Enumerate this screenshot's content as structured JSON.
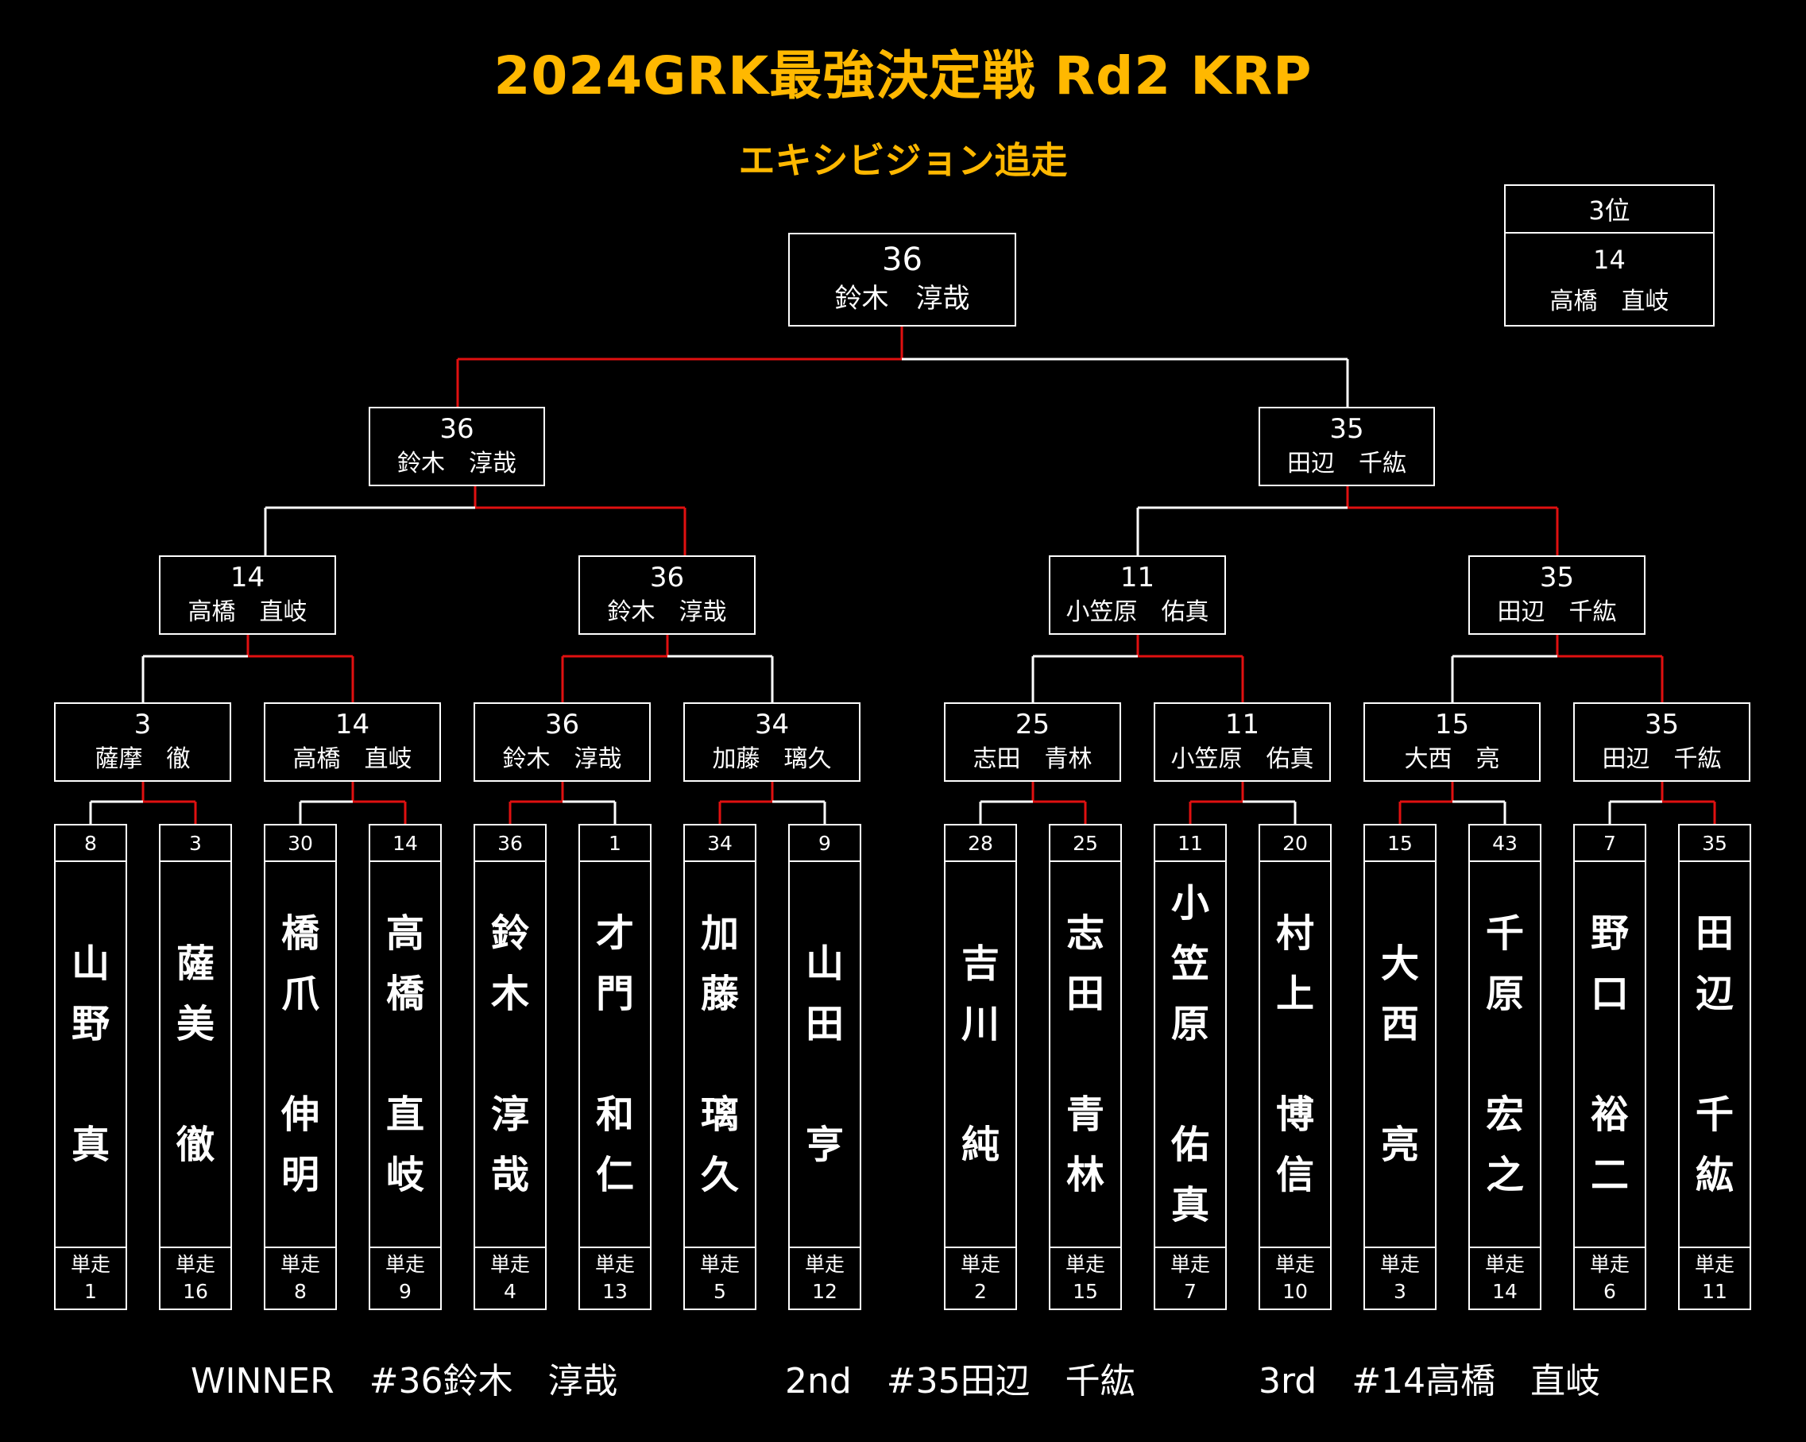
{
  "title": "2024GRK最強決定戦 Rd2 KRP",
  "subtitle": "エキシビジョン追走",
  "final": {
    "num": "36",
    "name": "鈴木　淳哉"
  },
  "third_place": {
    "label": "3位",
    "num": "14",
    "name": "高橋　直岐"
  },
  "semifinals": [
    {
      "num": "36",
      "name": "鈴木　淳哉"
    },
    {
      "num": "35",
      "name": "田辺　千紘"
    }
  ],
  "quarterfinals": [
    {
      "num": "14",
      "name": "高橋　直岐"
    },
    {
      "num": "36",
      "name": "鈴木　淳哉"
    },
    {
      "num": "11",
      "name": "小笠原　佑真"
    },
    {
      "num": "35",
      "name": "田辺　千紘"
    }
  ],
  "round16": [
    {
      "num": "3",
      "name": "薩摩　徹"
    },
    {
      "num": "14",
      "name": "高橋　直岐"
    },
    {
      "num": "36",
      "name": "鈴木　淳哉"
    },
    {
      "num": "34",
      "name": "加藤　璃久"
    },
    {
      "num": "25",
      "name": "志田　青林"
    },
    {
      "num": "11",
      "name": "小笠原　佑真"
    },
    {
      "num": "15",
      "name": "大西　亮"
    },
    {
      "num": "35",
      "name": "田辺　千紘"
    }
  ],
  "start_label": "単走",
  "racers": [
    {
      "num": "8",
      "family": [
        "山",
        "野"
      ],
      "given": [
        "真"
      ],
      "start": "1"
    },
    {
      "num": "3",
      "family": [
        "薩",
        "美"
      ],
      "given": [
        "徹"
      ],
      "start": "16"
    },
    {
      "num": "30",
      "family": [
        "橋",
        "爪"
      ],
      "given": [
        "伸",
        "明"
      ],
      "start": "8"
    },
    {
      "num": "14",
      "family": [
        "高",
        "橋"
      ],
      "given": [
        "直",
        "岐"
      ],
      "start": "9"
    },
    {
      "num": "36",
      "family": [
        "鈴",
        "木"
      ],
      "given": [
        "淳",
        "哉"
      ],
      "start": "4"
    },
    {
      "num": "1",
      "family": [
        "才",
        "門"
      ],
      "given": [
        "和",
        "仁"
      ],
      "start": "13"
    },
    {
      "num": "34",
      "family": [
        "加",
        "藤"
      ],
      "given": [
        "璃",
        "久"
      ],
      "start": "5"
    },
    {
      "num": "9",
      "family": [
        "山",
        "田"
      ],
      "given": [
        "亨"
      ],
      "start": "12"
    },
    {
      "num": "28",
      "family": [
        "吉",
        "川"
      ],
      "given": [
        "純"
      ],
      "start": "2"
    },
    {
      "num": "25",
      "family": [
        "志",
        "田"
      ],
      "given": [
        "青",
        "林"
      ],
      "start": "15"
    },
    {
      "num": "11",
      "family": [
        "小",
        "笠",
        "原"
      ],
      "given": [
        "佑",
        "真"
      ],
      "start": "7"
    },
    {
      "num": "20",
      "family": [
        "村",
        "上"
      ],
      "given": [
        "博",
        "信"
      ],
      "start": "10"
    },
    {
      "num": "15",
      "family": [
        "大",
        "西"
      ],
      "given": [
        "亮"
      ],
      "start": "3"
    },
    {
      "num": "43",
      "family": [
        "千",
        "原"
      ],
      "given": [
        "宏",
        "之"
      ],
      "start": "14"
    },
    {
      "num": "7",
      "family": [
        "野",
        "口"
      ],
      "given": [
        "裕",
        "二"
      ],
      "start": "6"
    },
    {
      "num": "35",
      "family": [
        "田",
        "辺"
      ],
      "given": [
        "千",
        "紘"
      ],
      "start": "11"
    }
  ],
  "results": {
    "winner": "WINNER　#36鈴木　淳哉",
    "second": "2nd　#35田辺　千紘",
    "third": "3rd　#14高橋　直岐"
  },
  "colors": {
    "title": "#ffb800",
    "winner_line": "#e01010",
    "loser_line": "#ffffff",
    "background": "#000000"
  }
}
